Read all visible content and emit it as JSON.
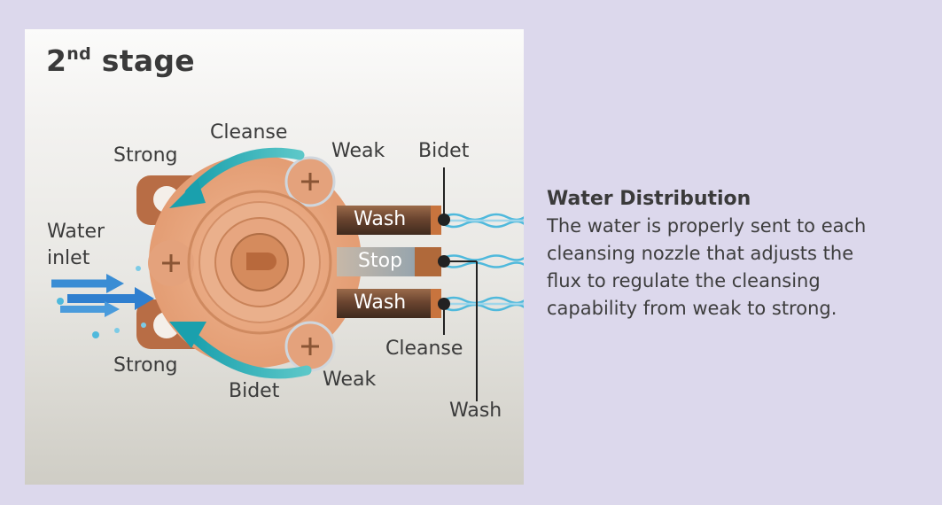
{
  "diagram": {
    "stage_number": "2",
    "stage_suffix": "nd",
    "stage_word": "stage",
    "labels": {
      "cleanse_top": "Cleanse",
      "strong_top": "Strong",
      "weak_top": "Weak",
      "bidet_top": "Bidet",
      "water_inlet_line1": "Water",
      "water_inlet_line2": "inlet",
      "strong_bottom": "Strong",
      "bidet_bottom": "Bidet",
      "weak_bottom": "Weak",
      "cleanse_bottom": "Cleanse",
      "wash_bottom": "Wash"
    },
    "nozzles": {
      "wash_top": "Wash",
      "stop": "Stop",
      "wash_bottom": "Wash"
    },
    "colors": {
      "background": "#dcd8ec",
      "valve_copper": "#e8a27a",
      "arrow_teal": "#1fa8b4",
      "water_blue": "#4fb9dc"
    }
  },
  "info": {
    "title": "Water Distribution",
    "body": "The water is properly sent to each\ncleansing nozzle that adjusts the\nflux to regulate the cleansing\ncapability from weak to strong."
  }
}
